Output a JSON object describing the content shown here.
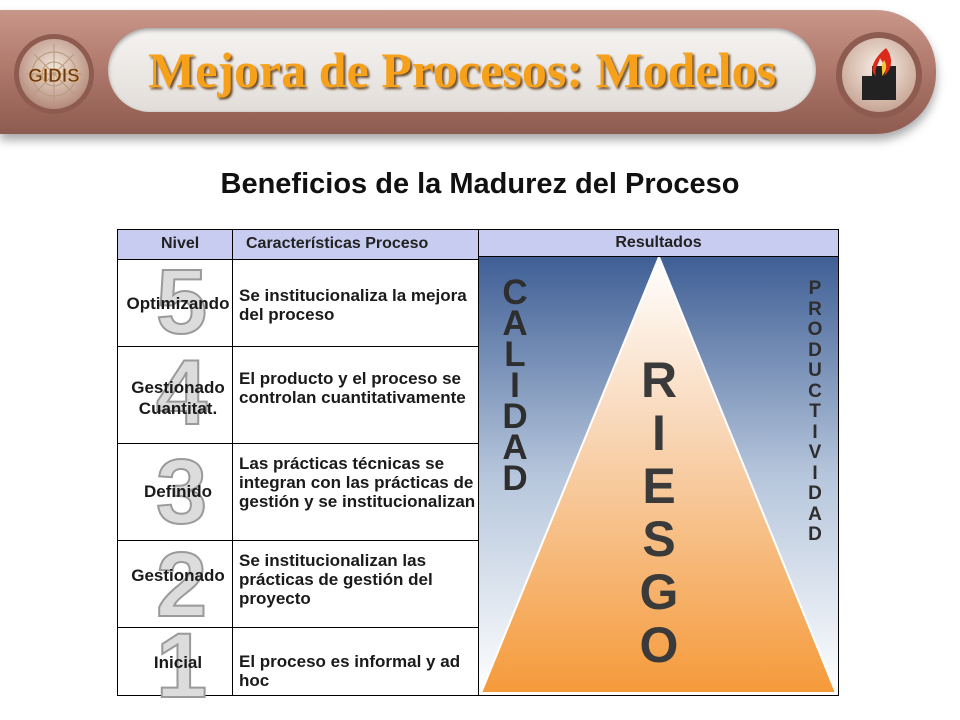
{
  "header": {
    "title": "Mejora de Procesos: Modelos",
    "logo_left_text": "GIDIS"
  },
  "subtitle": "Beneficios de la Madurez del Proceso",
  "table": {
    "headers": {
      "level": "Nivel",
      "characteristics": "Características Proceso",
      "results": "Resultados"
    },
    "rows": [
      {
        "digit": "5",
        "name": "Optimizando",
        "description": "Se institucionaliza la mejora del proceso"
      },
      {
        "digit": "4",
        "name": "Gestionado Cuantitat.",
        "description": "El producto y el proceso se controlan cuantitativamente"
      },
      {
        "digit": "3",
        "name": "Definido",
        "description": "Las prácticas técnicas se integran con las prácticas de gestión y se institucionalizan"
      },
      {
        "digit": "2",
        "name": "Gestionado",
        "description": "Se institucionalizan las prácticas de gestión del proyecto"
      },
      {
        "digit": "1",
        "name": "Inicial",
        "description": "El proceso es informal y ad hoc"
      }
    ]
  },
  "results": {
    "left_word": "CALIDAD",
    "center_word": "RIESGO",
    "right_word": "PRODUCTIVIDAD"
  },
  "colors": {
    "title": "#f7a11a",
    "banner": "#b07a6d",
    "header_row": "#c8ccf0",
    "sky_top": "#3f5f95",
    "triangle_bottom": "#f59a3a",
    "risk_text": "#3a3a3a"
  }
}
